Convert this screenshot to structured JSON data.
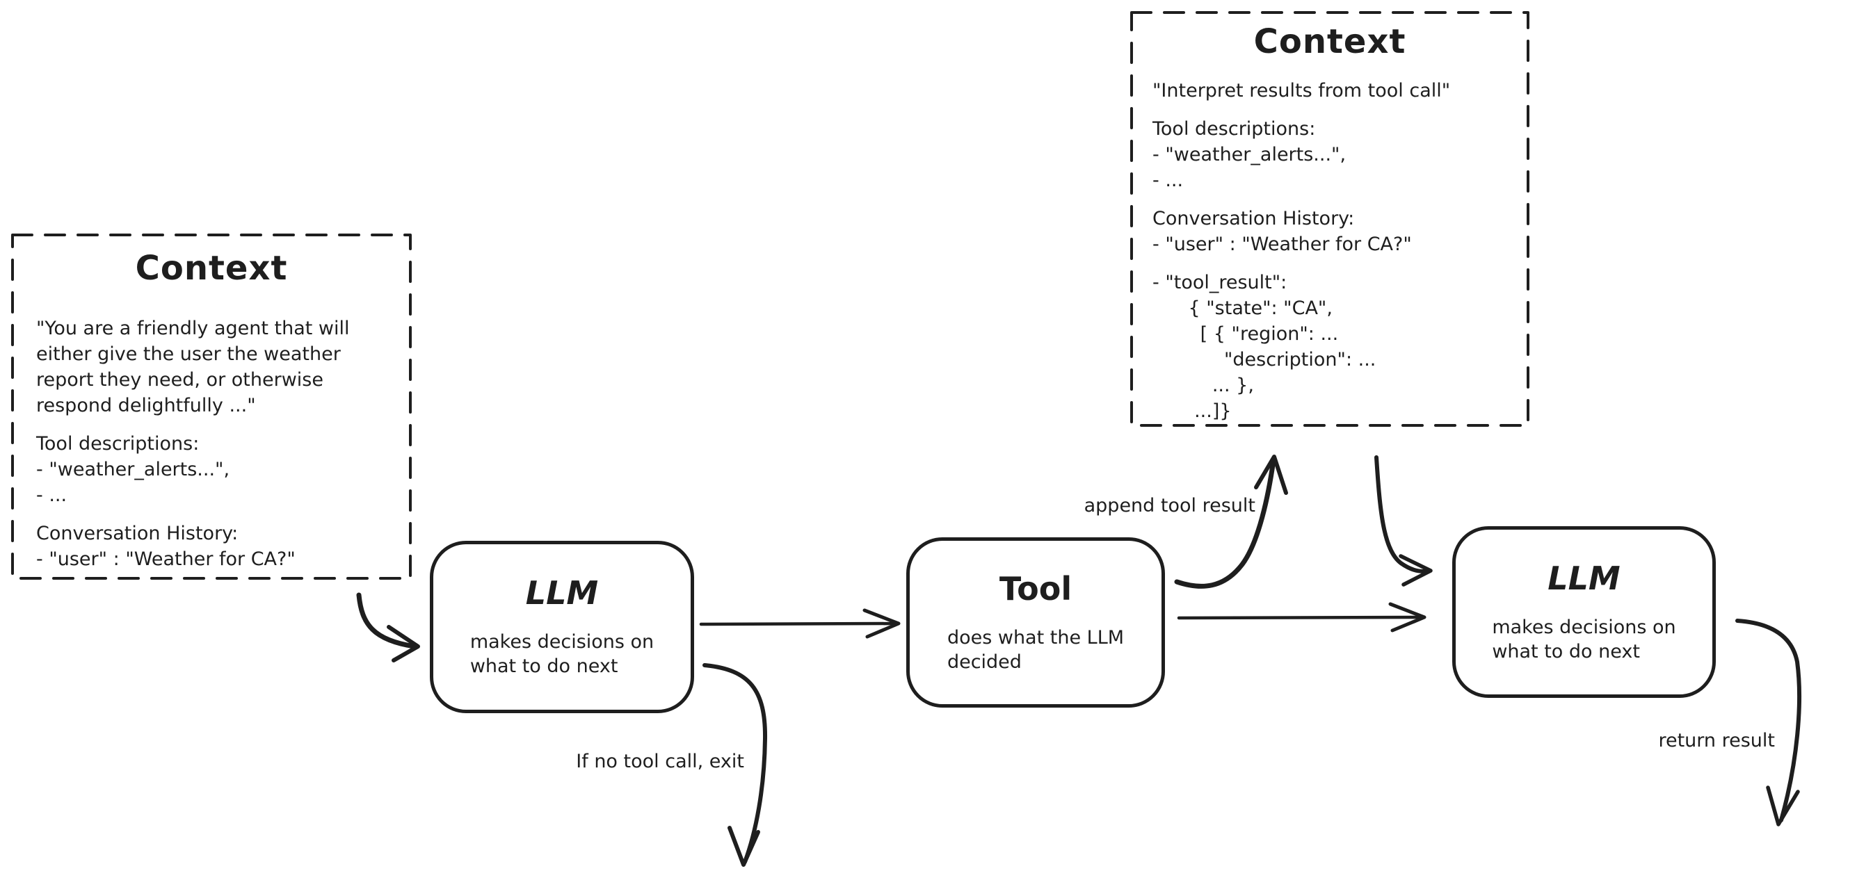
{
  "canvas": {
    "background": "#ffffff",
    "ink": "#1e1e1e"
  },
  "context_left": {
    "title": "Context",
    "lines": [
      "\"You are a friendly agent that will",
      "either give the user the weather",
      "report they need, or otherwise",
      "respond delightfully ...\"",
      "",
      "Tool descriptions:",
      "- \"weather_alerts...\",",
      "- ...",
      "",
      "Conversation History:",
      "- \"user\" : \"Weather for CA?\""
    ]
  },
  "context_top": {
    "title": "Context",
    "lines": [
      "\"Interpret results from tool call\"",
      "",
      "Tool descriptions:",
      "- \"weather_alerts...\",",
      "- ...",
      "",
      "Conversation History:",
      "- \"user\" : \"Weather for CA?\"",
      "",
      "- \"tool_result\":",
      "      { \"state\": \"CA\",",
      "        [ { \"region\": ...",
      "            \"description\": ...",
      "          ... },",
      "       ...]}"
    ]
  },
  "nodes": [
    {
      "id": "llm-1",
      "title": "LLM",
      "subtitle": "makes decisions on\nwhat to do next"
    },
    {
      "id": "tool",
      "title": "Tool",
      "subtitle": "does what the LLM\ndecided"
    },
    {
      "id": "llm-2",
      "title": "LLM",
      "subtitle": "makes decisions on\nwhat to do next"
    }
  ],
  "edge_labels": {
    "append": "append tool result",
    "exit": "If no tool call, exit",
    "return": "return result"
  }
}
